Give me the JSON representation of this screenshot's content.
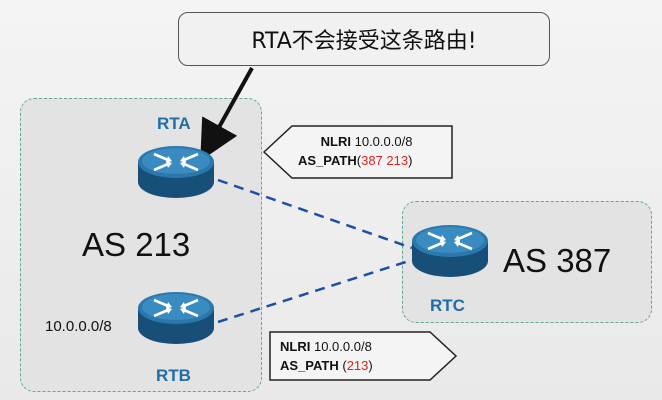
{
  "callout": {
    "text": "RTA不会接受这条路由!"
  },
  "as_boxes": [
    {
      "label": "AS 213"
    },
    {
      "label": "AS 387"
    }
  ],
  "routers": {
    "rta": {
      "label": "RTA"
    },
    "rtb": {
      "label": "RTB",
      "prefix": "10.0.0.0/8"
    },
    "rtc": {
      "label": "RTC"
    }
  },
  "updates": {
    "top": {
      "nlri_key": "NLRI",
      "nlri_value": "10.0.0.0/8",
      "as_path_key": "AS_PATH",
      "as_path_open": "(",
      "as_path_value": "387 213",
      "as_path_close": ")"
    },
    "bottom": {
      "nlri_key": "NLRI",
      "nlri_value": "10.0.0.0/8",
      "as_path_key": "AS_PATH",
      "as_path_open": " (",
      "as_path_value": "213",
      "as_path_close": ")"
    }
  },
  "colors": {
    "router_blue": "#1f6ea6",
    "link_dash": "#1f4fa0",
    "as_path_highlight": "#d22",
    "box_border": "#5fa79a"
  }
}
